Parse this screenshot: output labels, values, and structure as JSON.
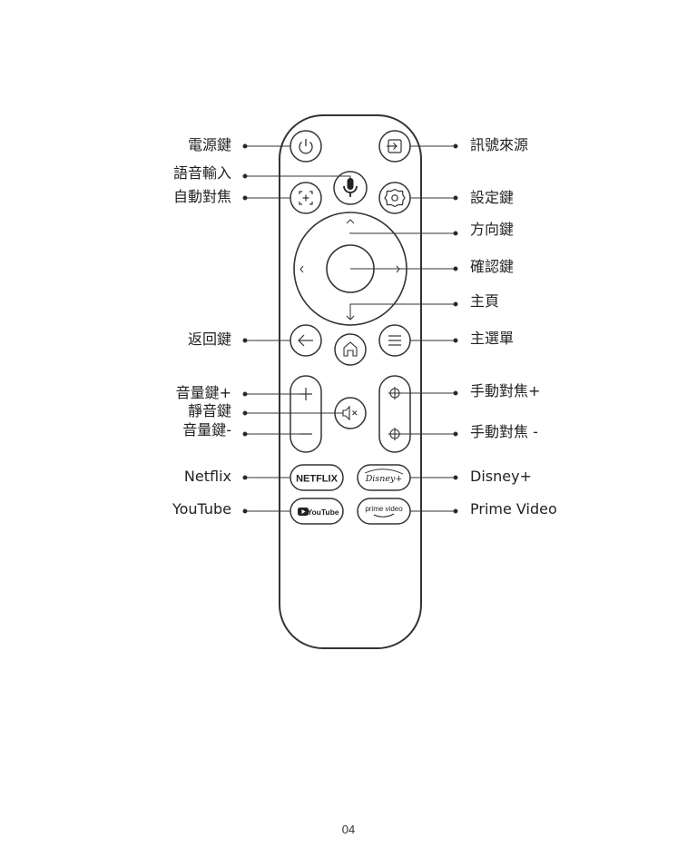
{
  "labels_left": {
    "power": "電源鍵",
    "voice": "語音輸入",
    "autofocus": "自動對焦",
    "back": "返回鍵",
    "vol_up": "音量鍵+",
    "mute": "靜音鍵",
    "vol_down": "音量鍵-",
    "netflix": "Netflix",
    "youtube": "YouTube"
  },
  "labels_right": {
    "input": "訊號來源",
    "settings": "設定鍵",
    "dpad": "方向鍵",
    "ok": "確認鍵",
    "home": "主頁",
    "menu": "主選單",
    "focus_plus": "手動對焦+",
    "focus_minus": "手動對焦 -",
    "disney": "Disney+",
    "prime": "Prime Video"
  },
  "app_buttons": {
    "netflix": "NETFLIX",
    "disney": "Disney+",
    "youtube": "YouTube",
    "prime": "prime video"
  },
  "page_number": "04"
}
